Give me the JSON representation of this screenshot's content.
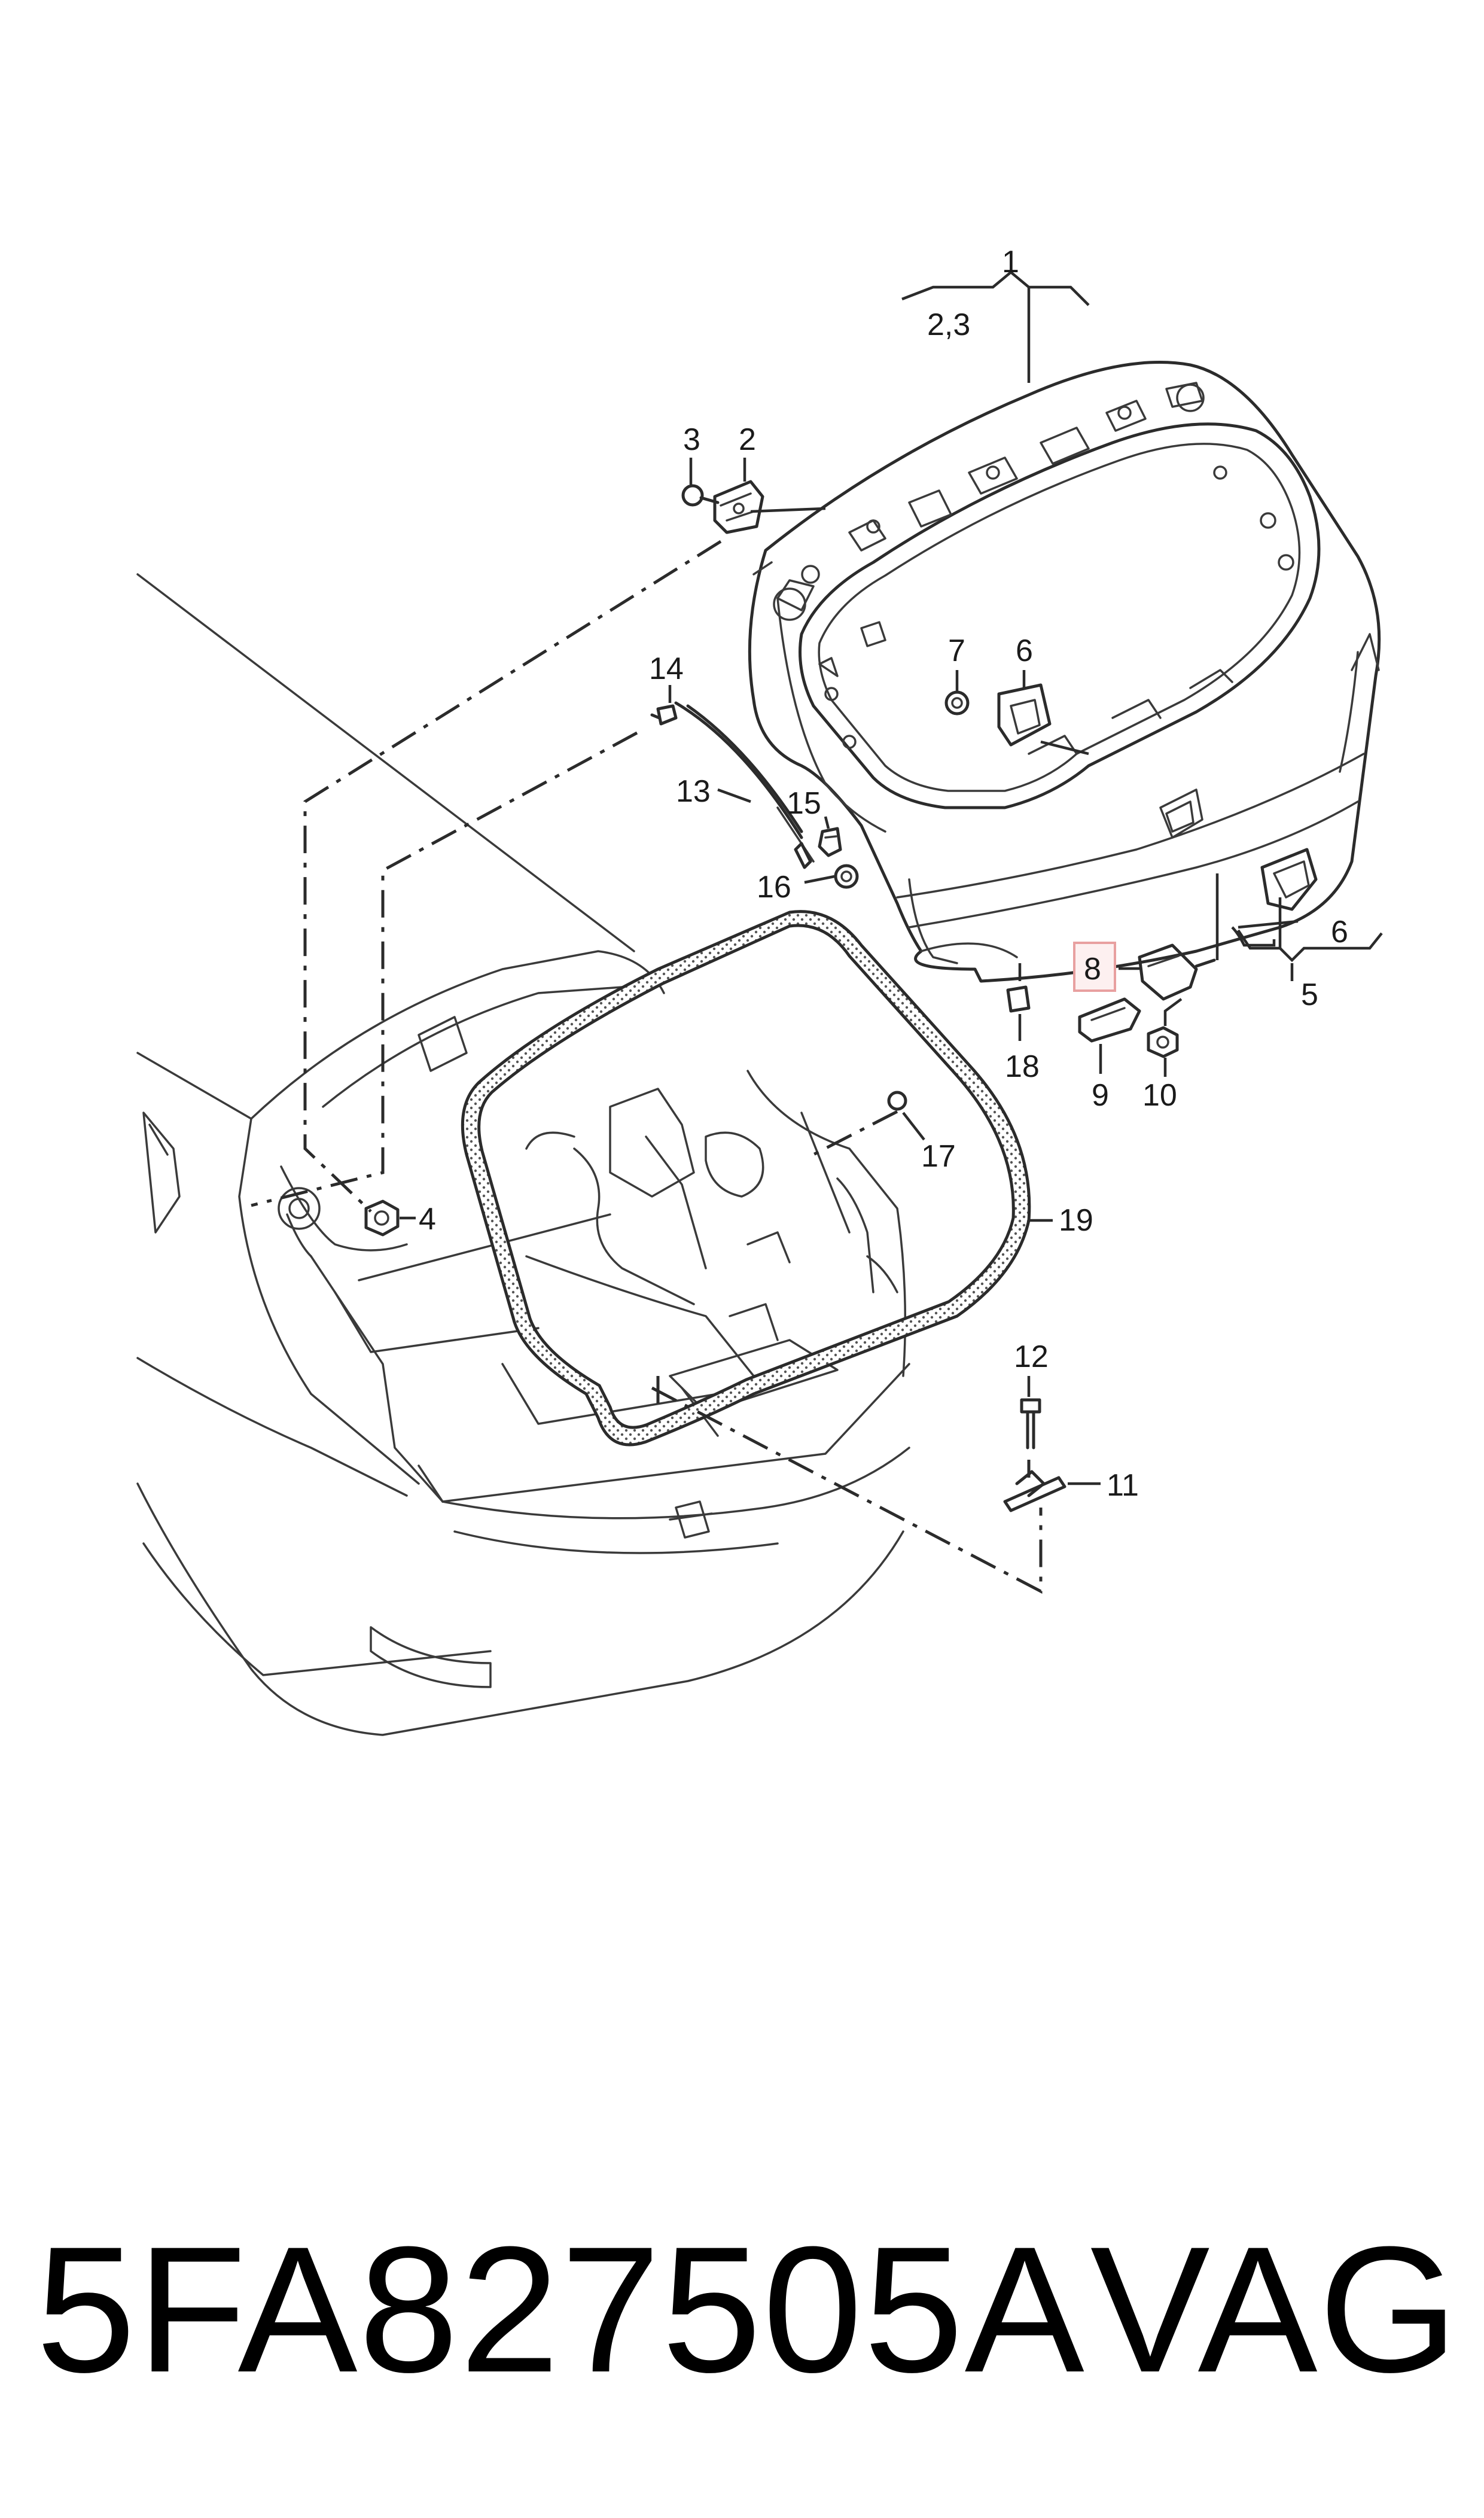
{
  "callouts": {
    "c1": "1",
    "c23": "2,3",
    "c2": "2",
    "c3": "3",
    "c4": "4",
    "c5": "5",
    "c6_upper": "6",
    "c6_lower": "6",
    "c7": "7",
    "c8": "8",
    "c9": "9",
    "c10": "10",
    "c11": "11",
    "c12": "12",
    "c13": "13",
    "c14": "14",
    "c15": "15",
    "c16": "16",
    "c17": "17",
    "c18": "18",
    "c19": "19"
  },
  "highlight": {
    "callout": "8",
    "color": "#e8a0a0"
  },
  "footer": {
    "part_number": "5FA827505A",
    "brand": "VAG"
  }
}
